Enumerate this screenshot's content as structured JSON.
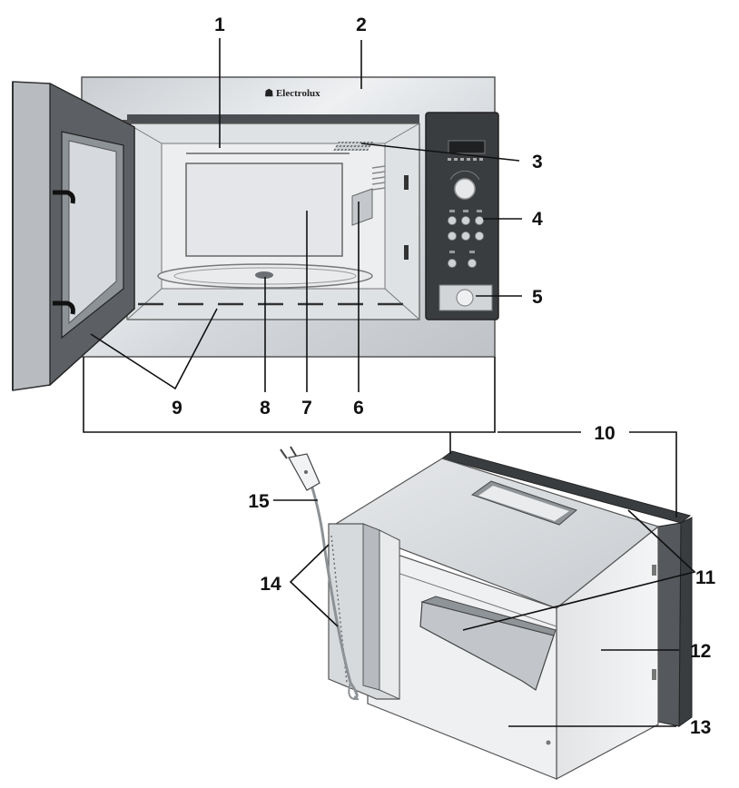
{
  "brand": "Electrolux",
  "callouts": {
    "c1": "1",
    "c2": "2",
    "c3": "3",
    "c4": "4",
    "c5": "5",
    "c6": "6",
    "c7": "7",
    "c8": "8",
    "c9": "9",
    "c10": "10",
    "c11": "11",
    "c12": "12",
    "c13": "13",
    "c14": "14",
    "c15": "15"
  },
  "colors": {
    "steel": "#d9dcdf",
    "panel": "#3a3d40",
    "cavity": "#e8eaec",
    "line": "#111111"
  }
}
